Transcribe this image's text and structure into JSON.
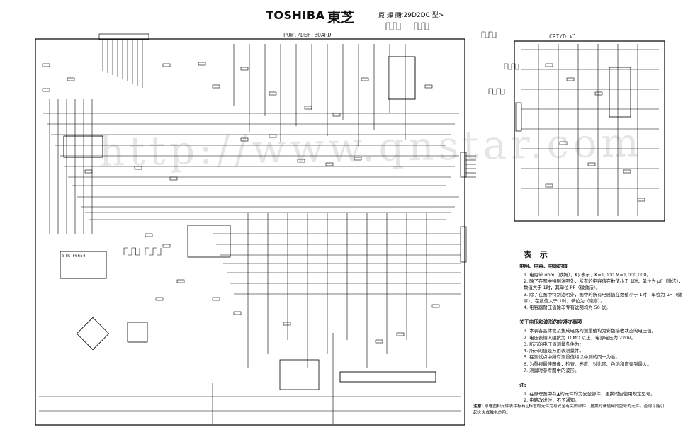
{
  "header": {
    "brand": "TOSHIBA",
    "brand_cn": "東芝",
    "subtitle": "原 理 图",
    "model": "<29D2DC 型>"
  },
  "boards": {
    "main": "POW./DEF BOARD",
    "crt": "CRT/D.V1"
  },
  "watermark": "http://www.qnstar.com",
  "ic_labels": {
    "power_ic": "STR-F6654"
  },
  "legend": {
    "title": "表 示",
    "section1_title": "电阻、电容、电感的值",
    "section1_items": [
      "1. 电阻单 ohm（欧姆），K) 表示、K=1,000  M=1,000,000。",
      "2. 除了在图中特别注明外，所有的电容值在数值小于 1时，单位为 μF（微法），",
      "   数值大于 1时，其单位 PF（微微法）。",
      "3. 除了在图中特别注明外，图中的所有电感值在数值小于 1时，单位为 μH（微",
      "   亨），在数值大于 1时，单位为（毫亨）。",
      "4. 电容器耐压值除非专有说明均为 50 伏。"
    ],
    "section2_title": "关于电压和波形的应遵守事项",
    "section2_items": [
      "1. 本表各晶体管及集成电路的测量值均为彩色接收状态的电压值。",
      "2. 电压表输入阻抗为 10MΩ 以上，电源电压为 220V。",
      "3. 所示的电压值测量条件为：",
      "4. 所示的值是万用表测量并。",
      "5. 在测试点中所有测量值均以中测的同一为准。",
      "6. 为重视最佳图像，检查：亮度、对比度、色饱和度调到最大。",
      "7. 测量时参考图中的波形。"
    ],
    "section3_title": "注:",
    "section3_items": [
      "1. 在原理图中有▲的元件均为安全部件，更换时应使用规定型号。",
      "2. 电路改进时，不予通知。"
    ]
  },
  "notice": {
    "label": "注意:",
    "text": "原理图和元件表中标有△标志的元件为与安全有关的部件，更换时请使用同型号的元件，否则可能引起火灾或触电危险。"
  }
}
